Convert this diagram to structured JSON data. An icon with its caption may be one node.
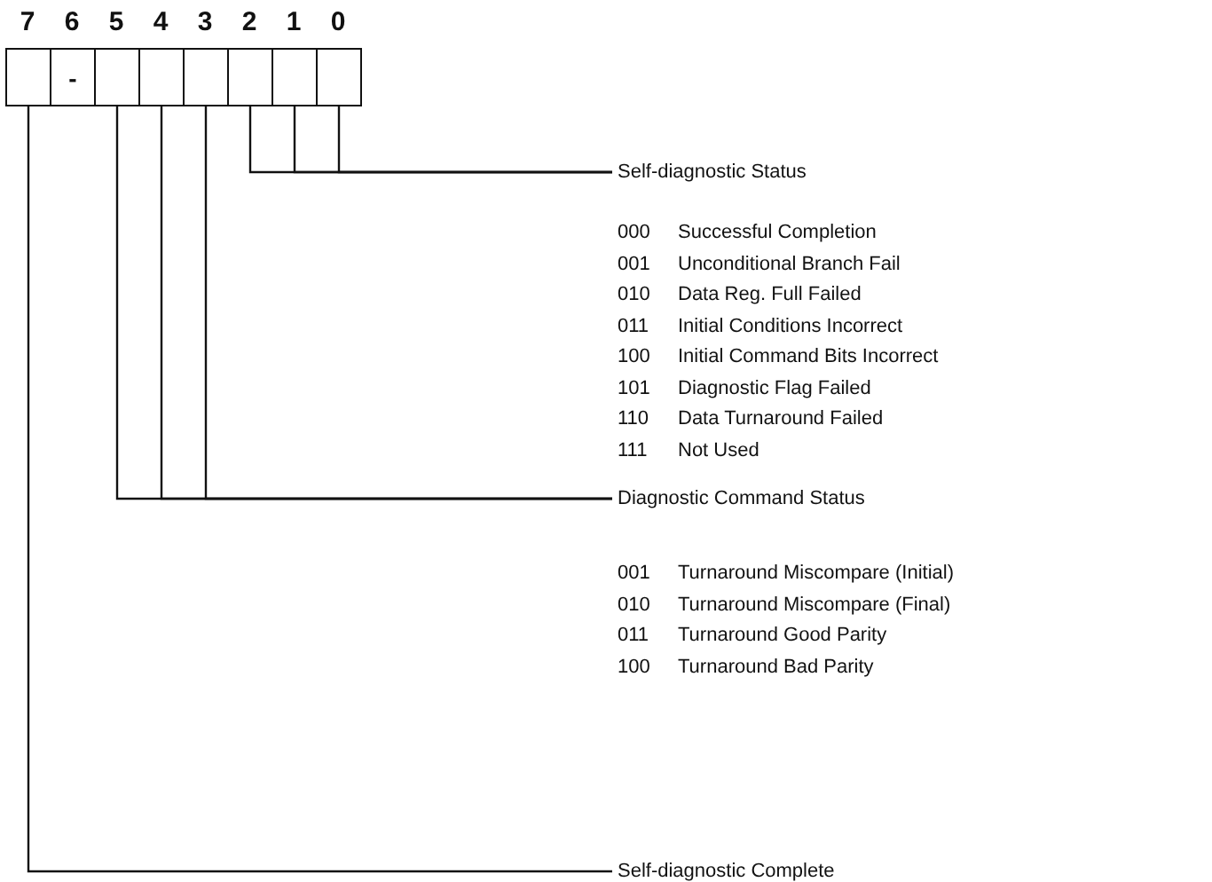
{
  "diagram": {
    "nodes": [
      {
        "text": [],
        "shape": "box",
        "beside": [
          "7"
        ]
      },
      {
        "text": [
          "-"
        ],
        "beside": [
          "6"
        ]
      },
      {
        "text": [],
        "shape": "box",
        "beside": [
          "5"
        ]
      },
      {
        "text": [],
        "shape": "box",
        "beside": [
          "4"
        ]
      },
      {
        "text": [],
        "shape": "box",
        "beside": [
          "3"
        ]
      },
      {
        "text": [],
        "shape": "box",
        "beside": [
          "2"
        ]
      },
      {
        "text": [],
        "shape": "box",
        "beside": [
          "1"
        ]
      },
      {
        "text": [],
        "shape": "box",
        "beside": [
          "0"
        ]
      },
      {
        "text": [
          "Self-diagnostic Status"
        ]
      },
      {
        "text": [
          "Diagnostic Command Status"
        ]
      },
      {
        "text": [
          "Self-diagnostic Complete"
        ]
      }
    ],
    "edges": [
      {
        "from": 5,
        "to": 8,
        "arrow": "none"
      },
      {
        "from": 6,
        "to": 8,
        "arrow": "none"
      },
      {
        "from": 7,
        "to": 8,
        "arrow": "none"
      },
      {
        "from": 2,
        "to": 9,
        "arrow": "none"
      },
      {
        "from": 3,
        "to": 9,
        "arrow": "none"
      },
      {
        "from": 4,
        "to": 9,
        "arrow": "none"
      },
      {
        "from": 0,
        "to": 10,
        "arrow": "none"
      }
    ],
    "labels": [
      "000",
      "Successful Completion",
      "001",
      "Unconditional Branch Fail",
      "010",
      "Data Reg. Full Failed",
      "011",
      "Initial Conditions Incorrect",
      "100",
      "Initial Command Bits Incorrect",
      "101",
      "Diagnostic Flag Failed",
      "110",
      "Data Turnaround Failed",
      "111",
      "Not Used",
      "001",
      "Turnaround Miscompare (Initial)",
      "010",
      "Turnaround Miscompare (Final)",
      "011",
      "Turnaround Good Parity",
      "100",
      "Turnaround Bad Parity"
    ]
  }
}
